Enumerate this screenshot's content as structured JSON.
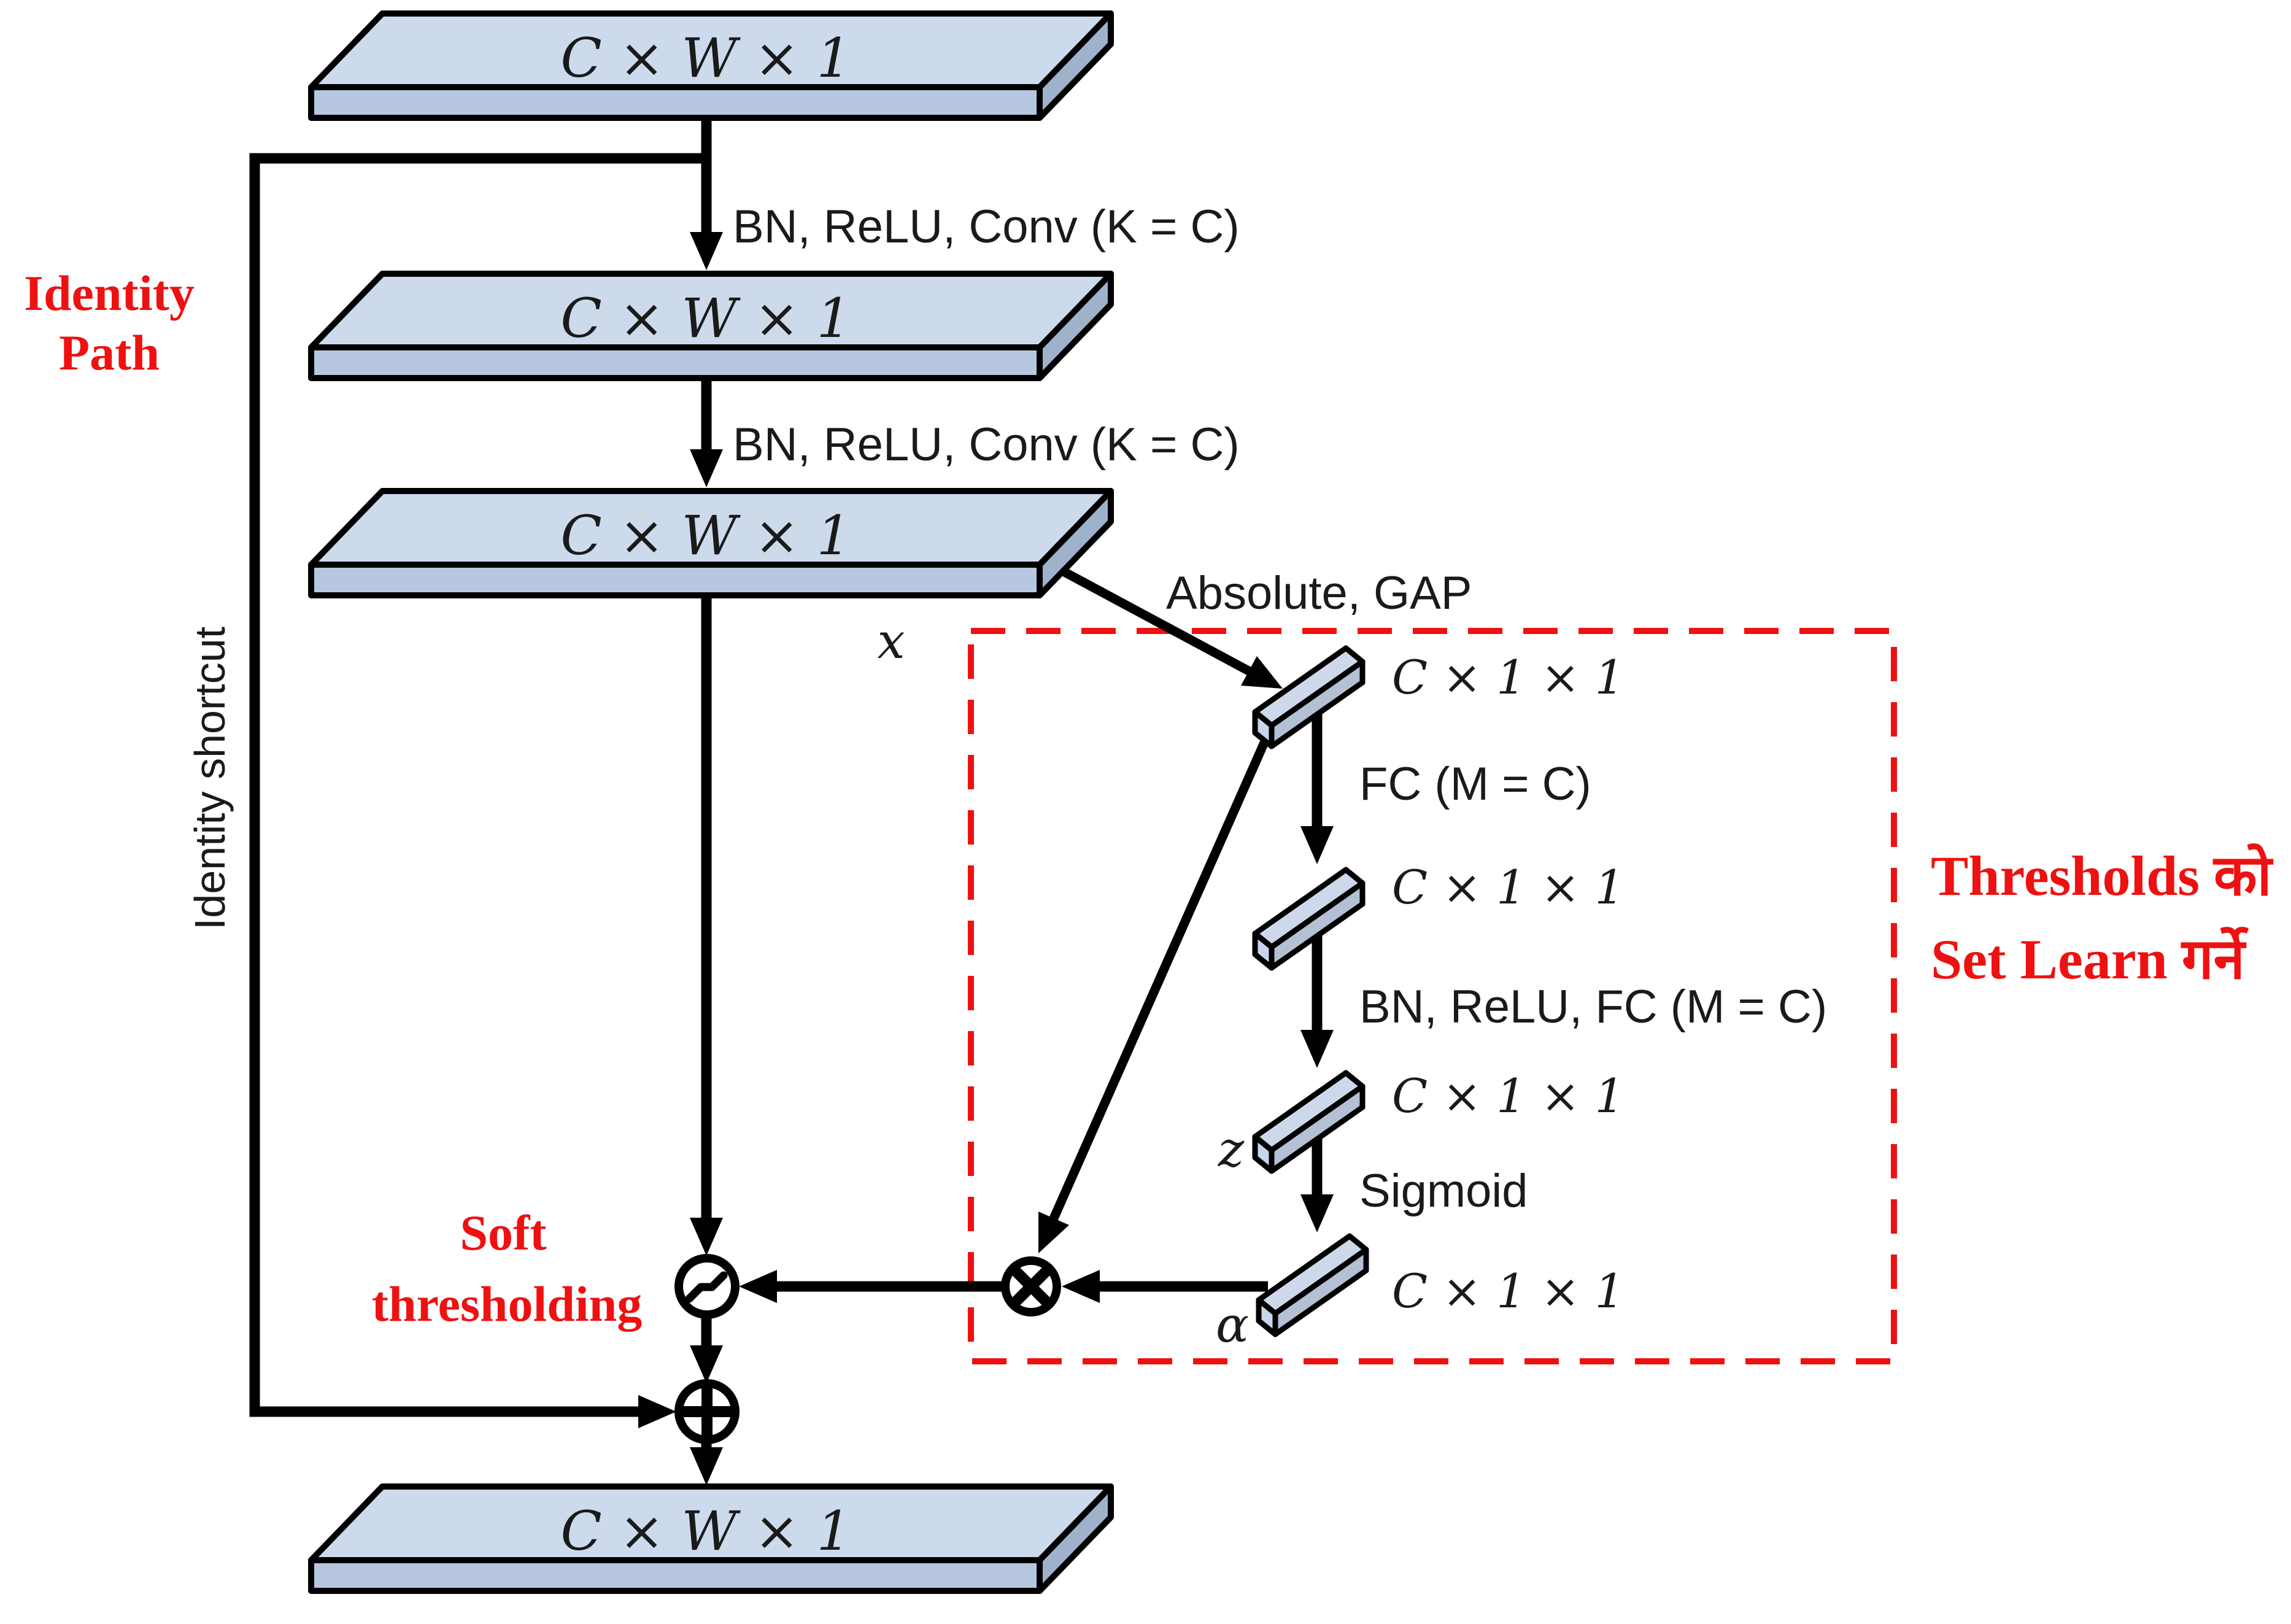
{
  "diagram": {
    "type": "neural-network-block-diagram",
    "colors": {
      "accent_red": "#ee1111",
      "slab_top": "#ccdaec",
      "slab_front": "#b7c7e0",
      "slab_side": "#9fb2cc",
      "bar_top": "#cdd9eb",
      "bar_front": "#b4c0d3",
      "bar_cap": "#c6d6ee",
      "line": "#000000",
      "background": "#ffffff"
    },
    "tensors": {
      "input": "C × W × 1",
      "after_conv1": "C × W × 1",
      "after_conv2": "C × W × 1",
      "output": "C × W × 1"
    },
    "operations": {
      "conv1": "BN, ReLU, Conv (K = C)",
      "conv2": "BN, ReLU, Conv (K = C)",
      "absolute_gap": "Absolute, GAP",
      "fc1": "FC (M = C)",
      "fc2": "BN, ReLU, FC (M = C)",
      "sigmoid": "Sigmoid"
    },
    "vectors": {
      "gap_out": "C × 1 × 1",
      "fc1_out": "C × 1 × 1",
      "fc2_out": "C × 1 × 1",
      "scales": "C × 1 × 1"
    },
    "variables": {
      "x": "x",
      "z": "z",
      "alpha": "α"
    },
    "annotations": {
      "identity_path": [
        "Identity",
        "Path"
      ],
      "identity_shortcut": "Identity shortcut",
      "soft_thresholding": [
        "Soft",
        "thresholding"
      ],
      "thresholds_note": [
        "Thresholds को",
        "Set Learn गर्ने"
      ]
    },
    "node_symbols": {
      "multiply": "×",
      "add": "+",
      "soft_threshold": "soft-threshold-curve"
    }
  }
}
